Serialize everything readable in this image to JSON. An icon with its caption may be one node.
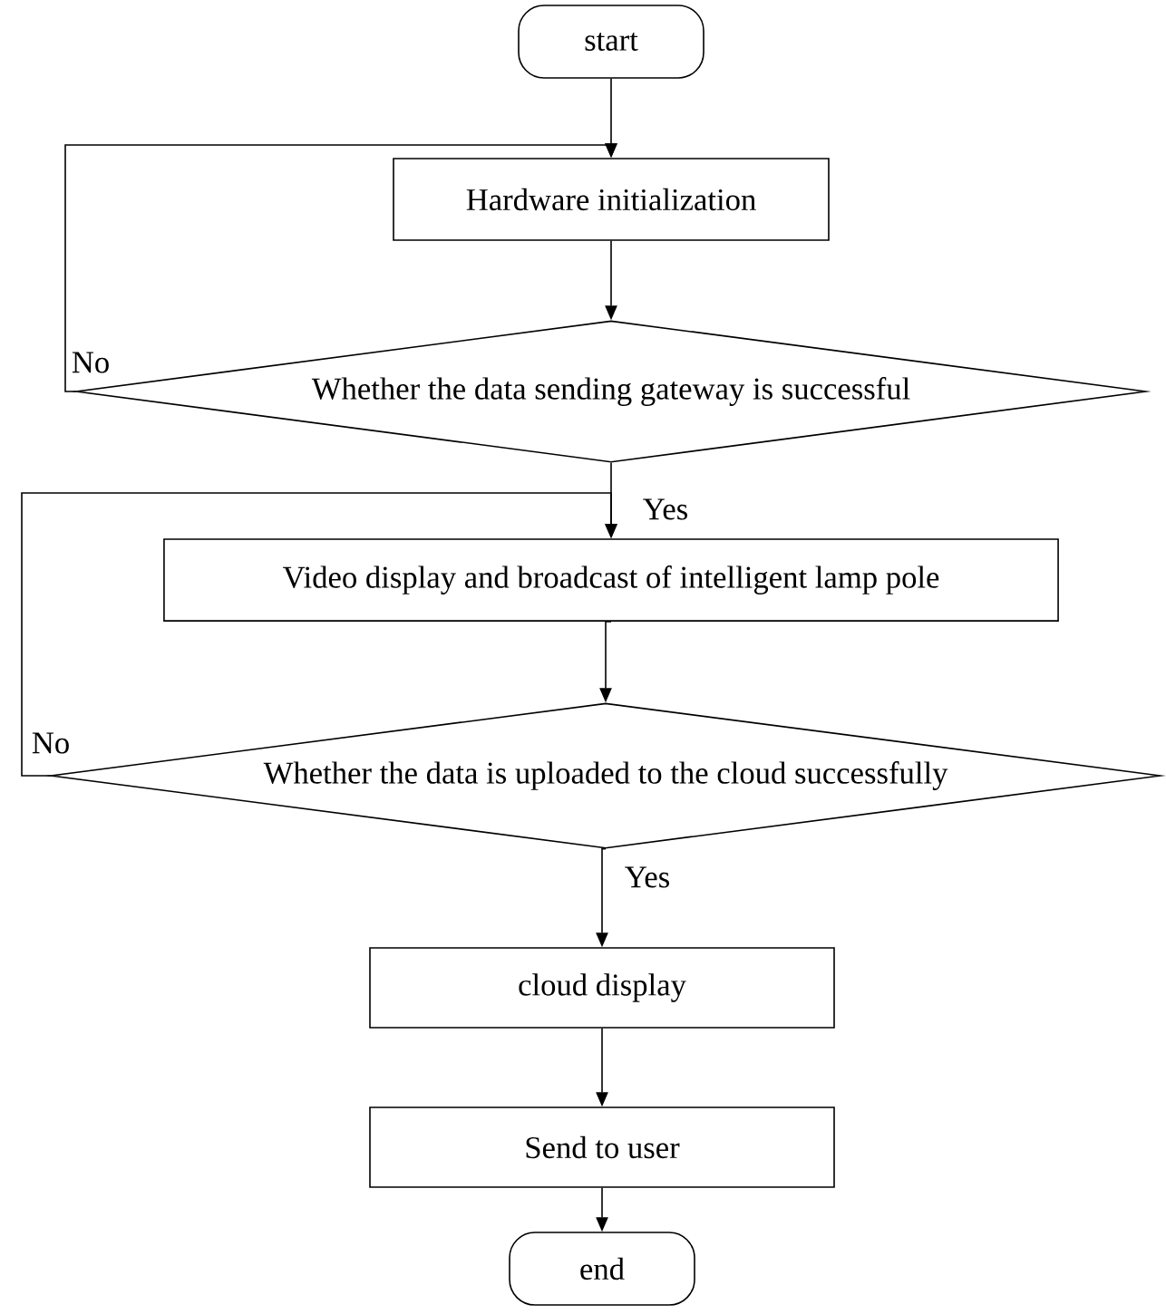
{
  "diagram": {
    "nodes": [
      {
        "text": [
          "start"
        ]
      },
      {
        "text": [
          "Hardware initialization"
        ]
      },
      {
        "text": [
          "Whether the data sending gateway is successful"
        ]
      },
      {
        "text": [
          "Video display and broadcast of intelligent lamp pole"
        ]
      },
      {
        "text": [
          "Whether the data is uploaded to the cloud successfully"
        ]
      },
      {
        "text": [
          "cloud display"
        ]
      },
      {
        "text": [
          "Send to user"
        ]
      },
      {
        "text": [
          "end"
        ]
      }
    ],
    "edges": [
      {
        "from": 0,
        "to": 1,
        "arrow": "to"
      },
      {
        "from": 1,
        "to": 2,
        "arrow": "to"
      },
      {
        "from": 2,
        "to": 1,
        "arrow": "to",
        "label": "No"
      },
      {
        "from": 2,
        "to": 3,
        "arrow": "to",
        "label": "Yes"
      },
      {
        "from": 3,
        "to": 4,
        "arrow": "to"
      },
      {
        "from": 4,
        "to": 3,
        "arrow": "to",
        "label": "No"
      },
      {
        "from": 4,
        "to": 5,
        "arrow": "to",
        "label": "Yes"
      },
      {
        "from": 5,
        "to": 6,
        "arrow": "to"
      },
      {
        "from": 6,
        "to": 7,
        "arrow": "to"
      }
    ]
  }
}
